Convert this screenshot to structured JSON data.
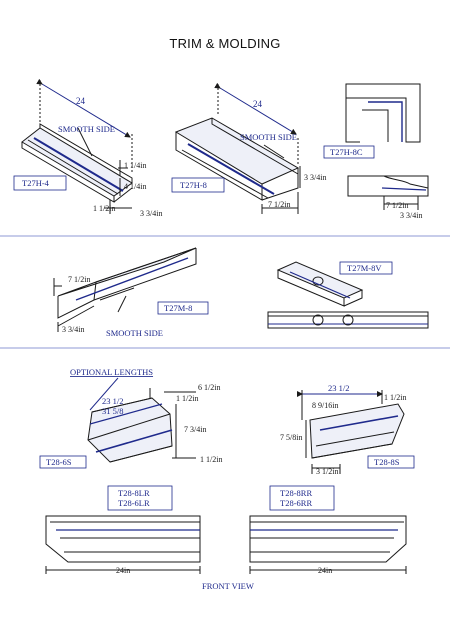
{
  "title": "TRIM & MOLDING",
  "colors": {
    "line": "#1a1a1a",
    "blue": "#1f2a8c",
    "divider": "#8f98d6",
    "face": "#e9ebf7"
  },
  "t27h4": {
    "dim_top": "24",
    "smooth": "SMOOTH SIDE",
    "d1": "1 1/4in",
    "d2": "4 1/4in",
    "d3": "1 1/2in",
    "d4": "3 3/4in",
    "label": "T27H-4"
  },
  "t27h8": {
    "dim_top": "24",
    "smooth": "SMOOTH SIDE",
    "d1": "3 3/4in",
    "d2": "7 1/2in",
    "label": "T27H-8"
  },
  "t27h8c": {
    "label": "T27H-8C",
    "d1": "7 1/2in",
    "d2": "3 3/4in"
  },
  "t27m8": {
    "d1": "7 1/2in",
    "d2": "3 3/4in",
    "smooth": "SMOOTH SIDE",
    "label": "T27M-8"
  },
  "t27m8v": {
    "label": "T27M-8V"
  },
  "t286s": {
    "optional": "OPTIONAL LENGTHS",
    "len1": "23 1/2",
    "len2": "31 5/8",
    "d1": "6 1/2in",
    "d2": "1 1/2in",
    "d3": "7 3/4in",
    "d4": "1 1/2in",
    "label": "T28-6S"
  },
  "t288s": {
    "len": "23 1/2",
    "d0": "1 1/2in",
    "d1": "8 9/16in",
    "d2": "7 5/8in",
    "d3": "3 1/2in",
    "label": "T28-8S"
  },
  "front": {
    "left_labels": [
      "T28-8LR",
      "T28-6LR"
    ],
    "right_labels": [
      "T28-8RR",
      "T28-6RR"
    ],
    "left_len": "24in",
    "right_len": "24in",
    "caption": "FRONT VIEW"
  }
}
